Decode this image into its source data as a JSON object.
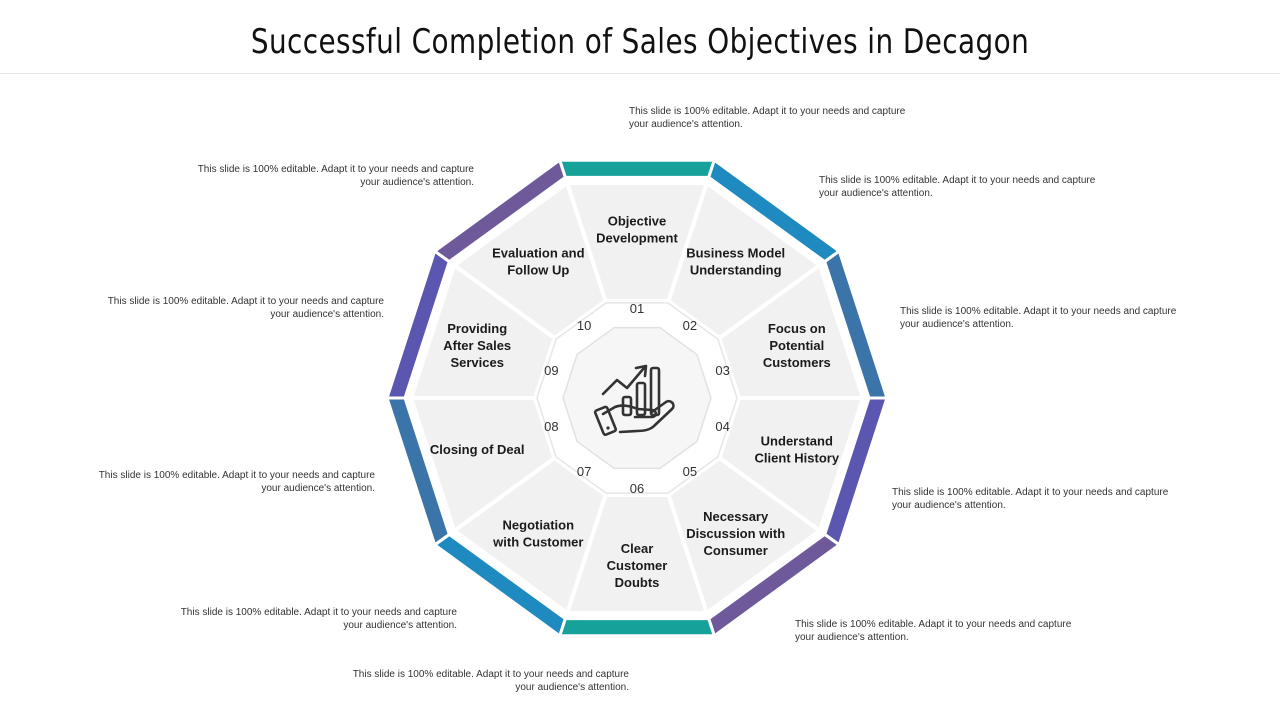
{
  "title": "Successful Completion of Sales Objectives in Decagon",
  "colors": {
    "teal": "#16a19a",
    "blue": "#1f8ac0",
    "steel": "#3b74a8",
    "indigo": "#5b57b0",
    "purple": "#6e5a9a",
    "segment_fill": "#f1f1f1",
    "inner_fill": "#f6f6f6"
  },
  "center_icon": "growth-chart-hand-icon",
  "segments": [
    {
      "num": "01",
      "label": [
        "Objective",
        "Development"
      ],
      "note": [
        "This slide is 100% editable. Adapt it to your needs and capture",
        "your audience's attention."
      ],
      "edge_color": "teal"
    },
    {
      "num": "02",
      "label": [
        "Business Model",
        "Understanding"
      ],
      "note": [
        "This slide is 100% editable. Adapt it to your needs and capture",
        "your audience's attention."
      ],
      "edge_color": "blue"
    },
    {
      "num": "03",
      "label": [
        "Focus on",
        "Potential",
        "Customers"
      ],
      "note": [
        "This slide is 100% editable. Adapt it to your needs and capture",
        "your audience's attention."
      ],
      "edge_color": "steel"
    },
    {
      "num": "04",
      "label": [
        "Understand",
        "Client History"
      ],
      "note": [
        "This slide is 100% editable. Adapt it to your needs and capture",
        "your audience's attention."
      ],
      "edge_color": "indigo"
    },
    {
      "num": "05",
      "label": [
        "Necessary",
        "Discussion with",
        "Consumer"
      ],
      "note": [
        "This slide is 100% editable. Adapt it to your needs and capture",
        "your audience's attention."
      ],
      "edge_color": "purple"
    },
    {
      "num": "06",
      "label": [
        "Clear",
        "Customer",
        "Doubts"
      ],
      "note": [
        "This slide is 100% editable. Adapt it to your needs and capture",
        "your audience's attention."
      ],
      "edge_color": "teal"
    },
    {
      "num": "07",
      "label": [
        "Negotiation",
        "with Customer"
      ],
      "note": [
        "This slide is 100% editable. Adapt it to your needs and capture",
        "your audience's attention."
      ],
      "edge_color": "blue"
    },
    {
      "num": "08",
      "label": [
        "Closing of Deal"
      ],
      "note": [
        "This slide is 100% editable. Adapt it to your needs and capture",
        "your audience's attention."
      ],
      "edge_color": "steel"
    },
    {
      "num": "09",
      "label": [
        "Providing",
        "After Sales",
        "Services"
      ],
      "note": [
        "This slide is 100% editable. Adapt it to your needs and capture",
        "your audience's attention."
      ],
      "edge_color": "indigo"
    },
    {
      "num": "10",
      "label": [
        "Evaluation and",
        "Follow Up"
      ],
      "note": [
        "This slide is 100% editable. Adapt it to your needs and capture",
        "your audience's attention."
      ],
      "edge_color": "purple"
    }
  ]
}
